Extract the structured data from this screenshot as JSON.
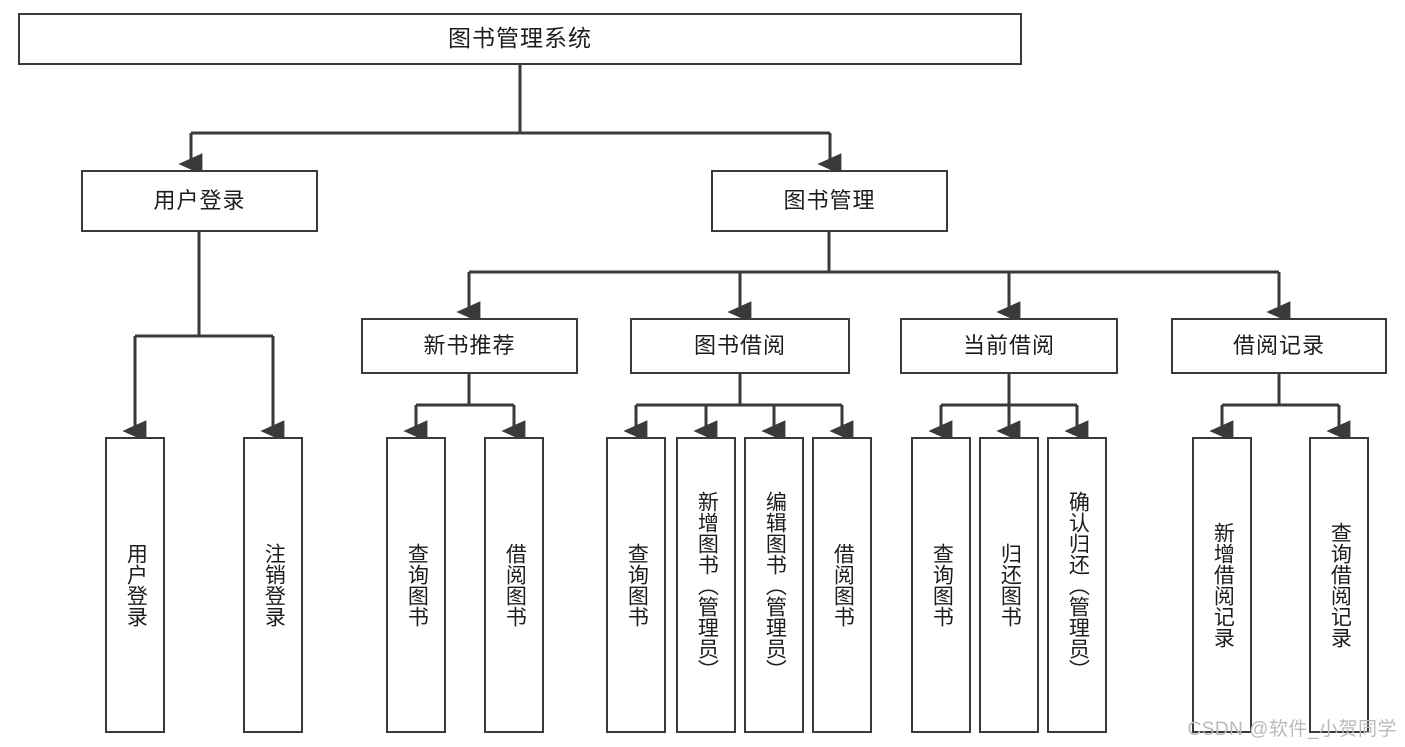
{
  "diagram": {
    "title": "图书管理系统",
    "type": "tree-hierarchy-chart",
    "watermark": "CSDN @软件_小贺同学",
    "style": {
      "box_border_color": "#3a3a3a",
      "box_fill_color": "#ffffff",
      "edge_color": "#3a3a3a",
      "background_color": "#ffffff",
      "watermark_color": "#b9b9b9"
    },
    "nodes": {
      "root": {
        "label": "图书管理系统"
      },
      "level2": [
        {
          "id": "user-login",
          "label": "用户登录"
        },
        {
          "id": "book-management",
          "label": "图书管理"
        }
      ],
      "level3": [
        {
          "id": "new-book-recommend",
          "label": "新书推荐"
        },
        {
          "id": "book-borrow",
          "label": "图书借阅"
        },
        {
          "id": "current-borrow",
          "label": "当前借阅"
        },
        {
          "id": "borrow-record",
          "label": "借阅记录"
        }
      ],
      "leaves": {
        "user-login": [
          {
            "id": "leaf-user-login",
            "label": "用户登录"
          },
          {
            "id": "leaf-logout-login",
            "label": "注销登录"
          }
        ],
        "new-book-recommend": [
          {
            "id": "leaf-query-book-1",
            "label": "查询图书"
          },
          {
            "id": "leaf-borrow-book-1",
            "label": "借阅图书"
          }
        ],
        "book-borrow": [
          {
            "id": "leaf-query-book-2",
            "label": "查询图书"
          },
          {
            "id": "leaf-add-book",
            "label": "新增图书（管理员）"
          },
          {
            "id": "leaf-edit-book",
            "label": "编辑图书（管理员）"
          },
          {
            "id": "leaf-borrow-book-2",
            "label": "借阅图书"
          }
        ],
        "current-borrow": [
          {
            "id": "leaf-query-book-3",
            "label": "查询图书"
          },
          {
            "id": "leaf-return-book",
            "label": "归还图书"
          },
          {
            "id": "leaf-confirm-return",
            "label": "确认归还（管理员）"
          }
        ],
        "borrow-record": [
          {
            "id": "leaf-add-record",
            "label": "新增借阅记录"
          },
          {
            "id": "leaf-query-record",
            "label": "查询借阅记录"
          }
        ]
      }
    }
  }
}
